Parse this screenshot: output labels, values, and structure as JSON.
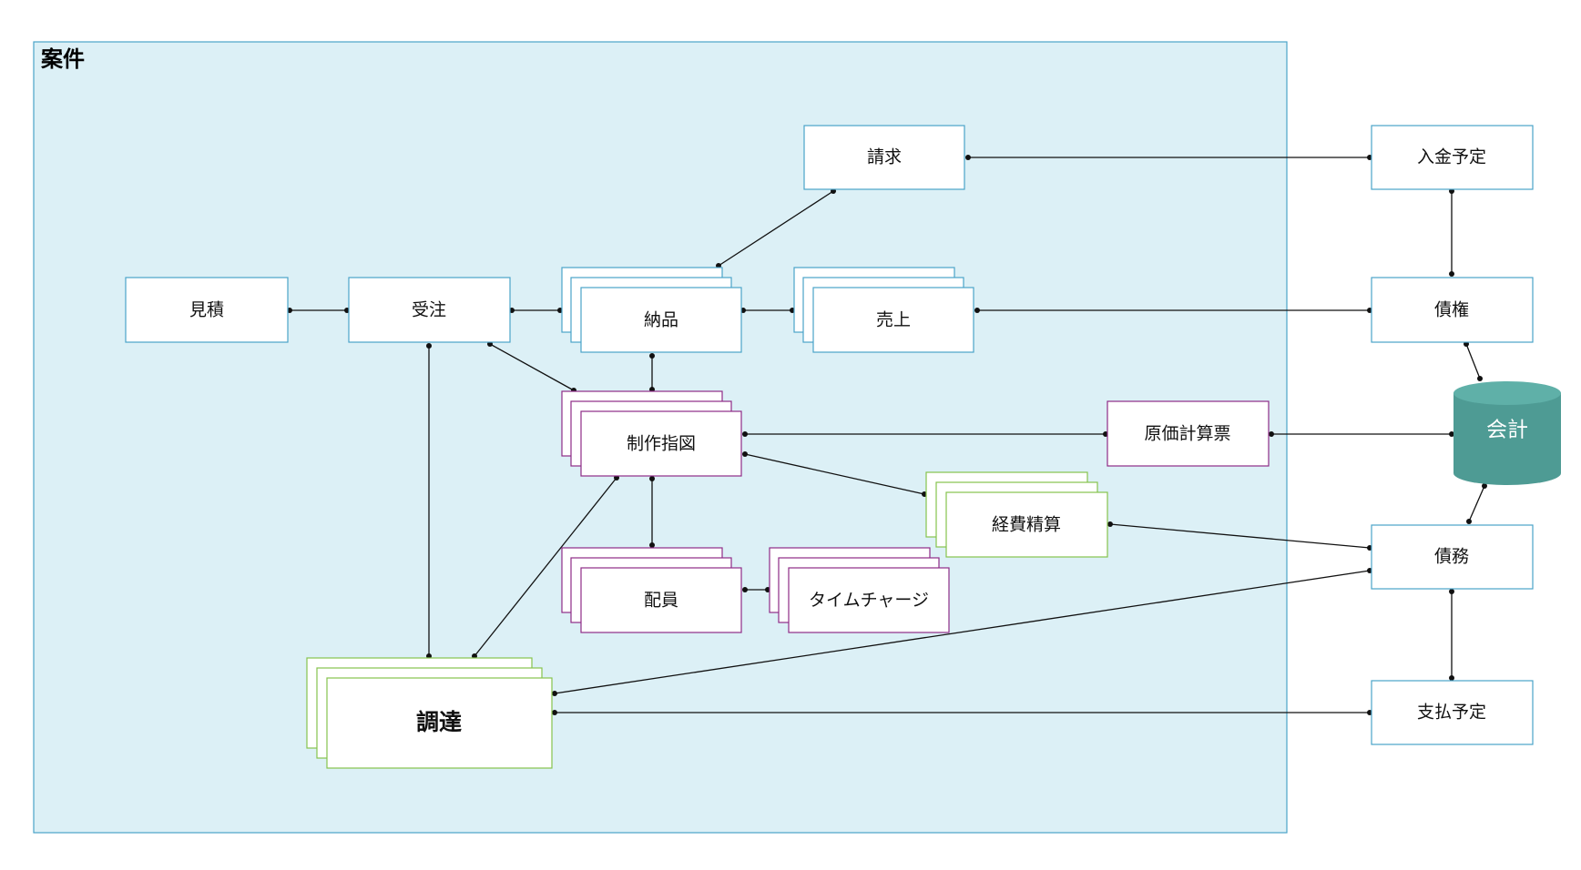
{
  "container": {
    "title": "案件"
  },
  "colors": {
    "container_fill": "#dcf0f6",
    "container_stroke": "#4aa3c9",
    "blue": "#4aa3c9",
    "purple": "#8e2b87",
    "green": "#86c34d",
    "db_fill": "#4e9b94",
    "db_top": "#5fb0a8"
  },
  "nodes": {
    "mitsumori": "見積",
    "juchu": "受注",
    "nohin": "納品",
    "uriage": "売上",
    "seikyu": "請求",
    "seisaku_shizu": "制作指図",
    "haiin": "配員",
    "time_charge": "タイムチャージ",
    "choutatsu": "調達",
    "genka_keisan": "原価計算票",
    "keihi_seisan": "経費精算",
    "nyukin_yotei": "入金予定",
    "saiken": "債権",
    "kaikei": "会計",
    "saimu": "債務",
    "shiharai_yotei": "支払予定"
  }
}
